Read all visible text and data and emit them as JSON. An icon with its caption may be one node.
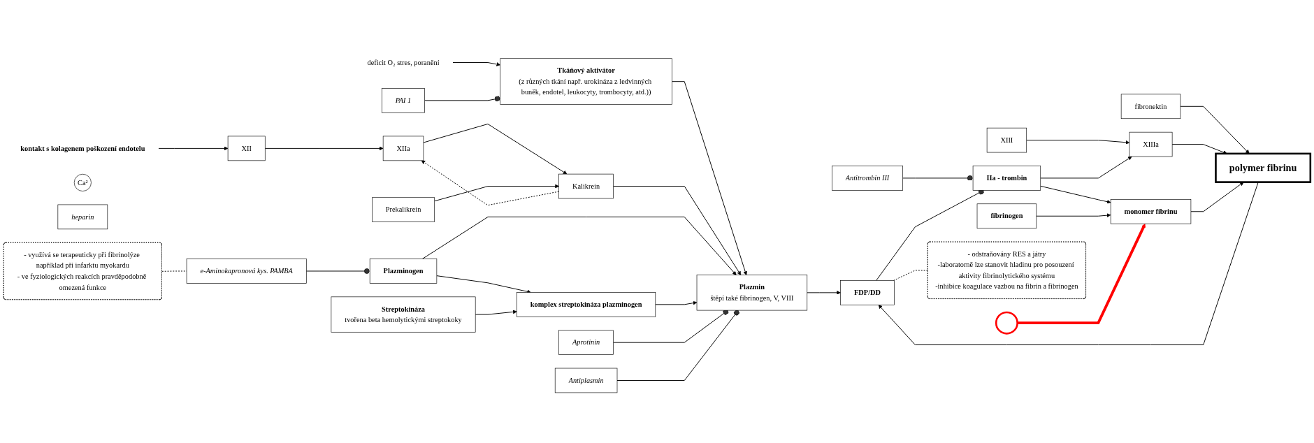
{
  "diagram": {
    "nodes": [
      {
        "text": [
          "kontakt s kolagenem poškození endotelu"
        ]
      },
      {
        "text": [
          "XII"
        ]
      },
      {
        "text": [
          "XIIa"
        ]
      },
      {
        "text": [
          "Prekalikrein"
        ]
      },
      {
        "text": [
          "Kalikrein"
        ]
      },
      {
        "text": [
          "deficit O₂ stres, poranění"
        ]
      },
      {
        "text": [
          "Tkáňový aktivátor",
          "(z různých tkání např. urokináza z ledvinných buněk, endotel, leukocyty, trombocyty, atd.))"
        ]
      },
      {
        "text": [
          "fibronektin"
        ]
      },
      {
        "text": [
          "polymer fibrinu"
        ]
      },
      {
        "text": [
          "XIII"
        ]
      },
      {
        "text": [
          "Ca²"
        ]
      },
      {
        "text": [
          "XIIIa"
        ]
      },
      {
        "text": [
          "IIa - trombin"
        ]
      },
      {
        "text": [
          "Antitrombin III"
        ]
      },
      {
        "text": [
          "heparin"
        ]
      },
      {
        "text": [
          "monomer fibrinu"
        ]
      },
      {
        "text": [
          "fibrinogen"
        ]
      },
      {
        "text": [
          "PAI 1"
        ]
      },
      {
        "text": [
          "Plazminogen"
        ]
      },
      {
        "text": [
          "Plazmin",
          "štěpí také fibrinogen, V, VIII"
        ]
      },
      {
        "text": [
          "Antiplasmin"
        ]
      },
      {
        "text": [
          "Aprotinin"
        ]
      },
      {
        "text": [
          "e-Aminokapronová kys. PAMBA"
        ]
      },
      {
        "text": [
          "komplex streptokináza plazminogen"
        ]
      },
      {
        "text": [
          "Streptokináza",
          "tvořena beta hemolytickými streptokoky"
        ]
      },
      {
        "text": [
          "FDP/DD"
        ]
      },
      {
        "text": [
          "- odstraňovány RES a játry",
          "-laboratorně lze stanovit hladinu pro posouzení aktivity fibrinolytického systému",
          "-inhibice koagulace vazbou na fibrin a fibrinogen"
        ]
      },
      {
        "text": [
          "- využívá se terapeuticky při fibrinolýze například při infarktu myokardu",
          "- ve fyziologických reakcích pravděpodobně omezená funkce"
        ]
      },
      {
        "text": [],
        "shape": "circle"
      }
    ],
    "edges": [
      {
        "from": 25,
        "to": 26,
        "arrow": "none",
        "style": "dashed"
      },
      {
        "from": 0,
        "to": 1,
        "arrow": "to"
      },
      {
        "from": 1,
        "to": 2,
        "arrow": "to"
      },
      {
        "from": 2,
        "to": 4,
        "arrow": "to"
      },
      {
        "from": 3,
        "to": 4,
        "arrow": "to"
      },
      {
        "from": 4,
        "to": 2,
        "arrow": "to",
        "style": "dashed"
      },
      {
        "from": 5,
        "to": 6,
        "arrow": "to"
      },
      {
        "from": 7,
        "to": 8,
        "arrow": "to"
      },
      {
        "from": 9,
        "to": 11,
        "arrow": "to"
      },
      {
        "from": 12,
        "to": 11,
        "arrow": "to"
      },
      {
        "from": 11,
        "to": 8,
        "arrow": "to"
      },
      {
        "from": 15,
        "to": 8,
        "arrow": "to"
      },
      {
        "from": 12,
        "to": 15,
        "arrow": "to"
      },
      {
        "from": 16,
        "to": 15,
        "arrow": "to"
      },
      {
        "from": 13,
        "to": 12,
        "arrow": "other"
      },
      {
        "from": 25,
        "to": 12,
        "arrow": "other"
      },
      {
        "from": 17,
        "to": 6,
        "arrow": "other"
      },
      {
        "from": 6,
        "to": 19,
        "arrow": "to"
      },
      {
        "from": 4,
        "to": 19,
        "arrow": "to"
      },
      {
        "from": 18,
        "to": 19,
        "arrow": "to"
      },
      {
        "from": 23,
        "to": 19,
        "arrow": "to"
      },
      {
        "from": 22,
        "to": 18,
        "arrow": "other"
      },
      {
        "from": 21,
        "to": 19,
        "arrow": "other"
      },
      {
        "from": 20,
        "to": 19,
        "arrow": "other"
      },
      {
        "from": 19,
        "to": 25,
        "arrow": "to"
      },
      {
        "from": 8,
        "to": 25,
        "arrow": "to"
      },
      {
        "from": 18,
        "to": 23,
        "arrow": "to"
      },
      {
        "from": 24,
        "to": 23,
        "arrow": "to"
      },
      {
        "from": 27,
        "to": 22,
        "arrow": "none",
        "style": "dashed"
      },
      {
        "from": 28,
        "to": 15,
        "arrow": "to",
        "style": "thick",
        "color": "#ff0000"
      }
    ]
  }
}
